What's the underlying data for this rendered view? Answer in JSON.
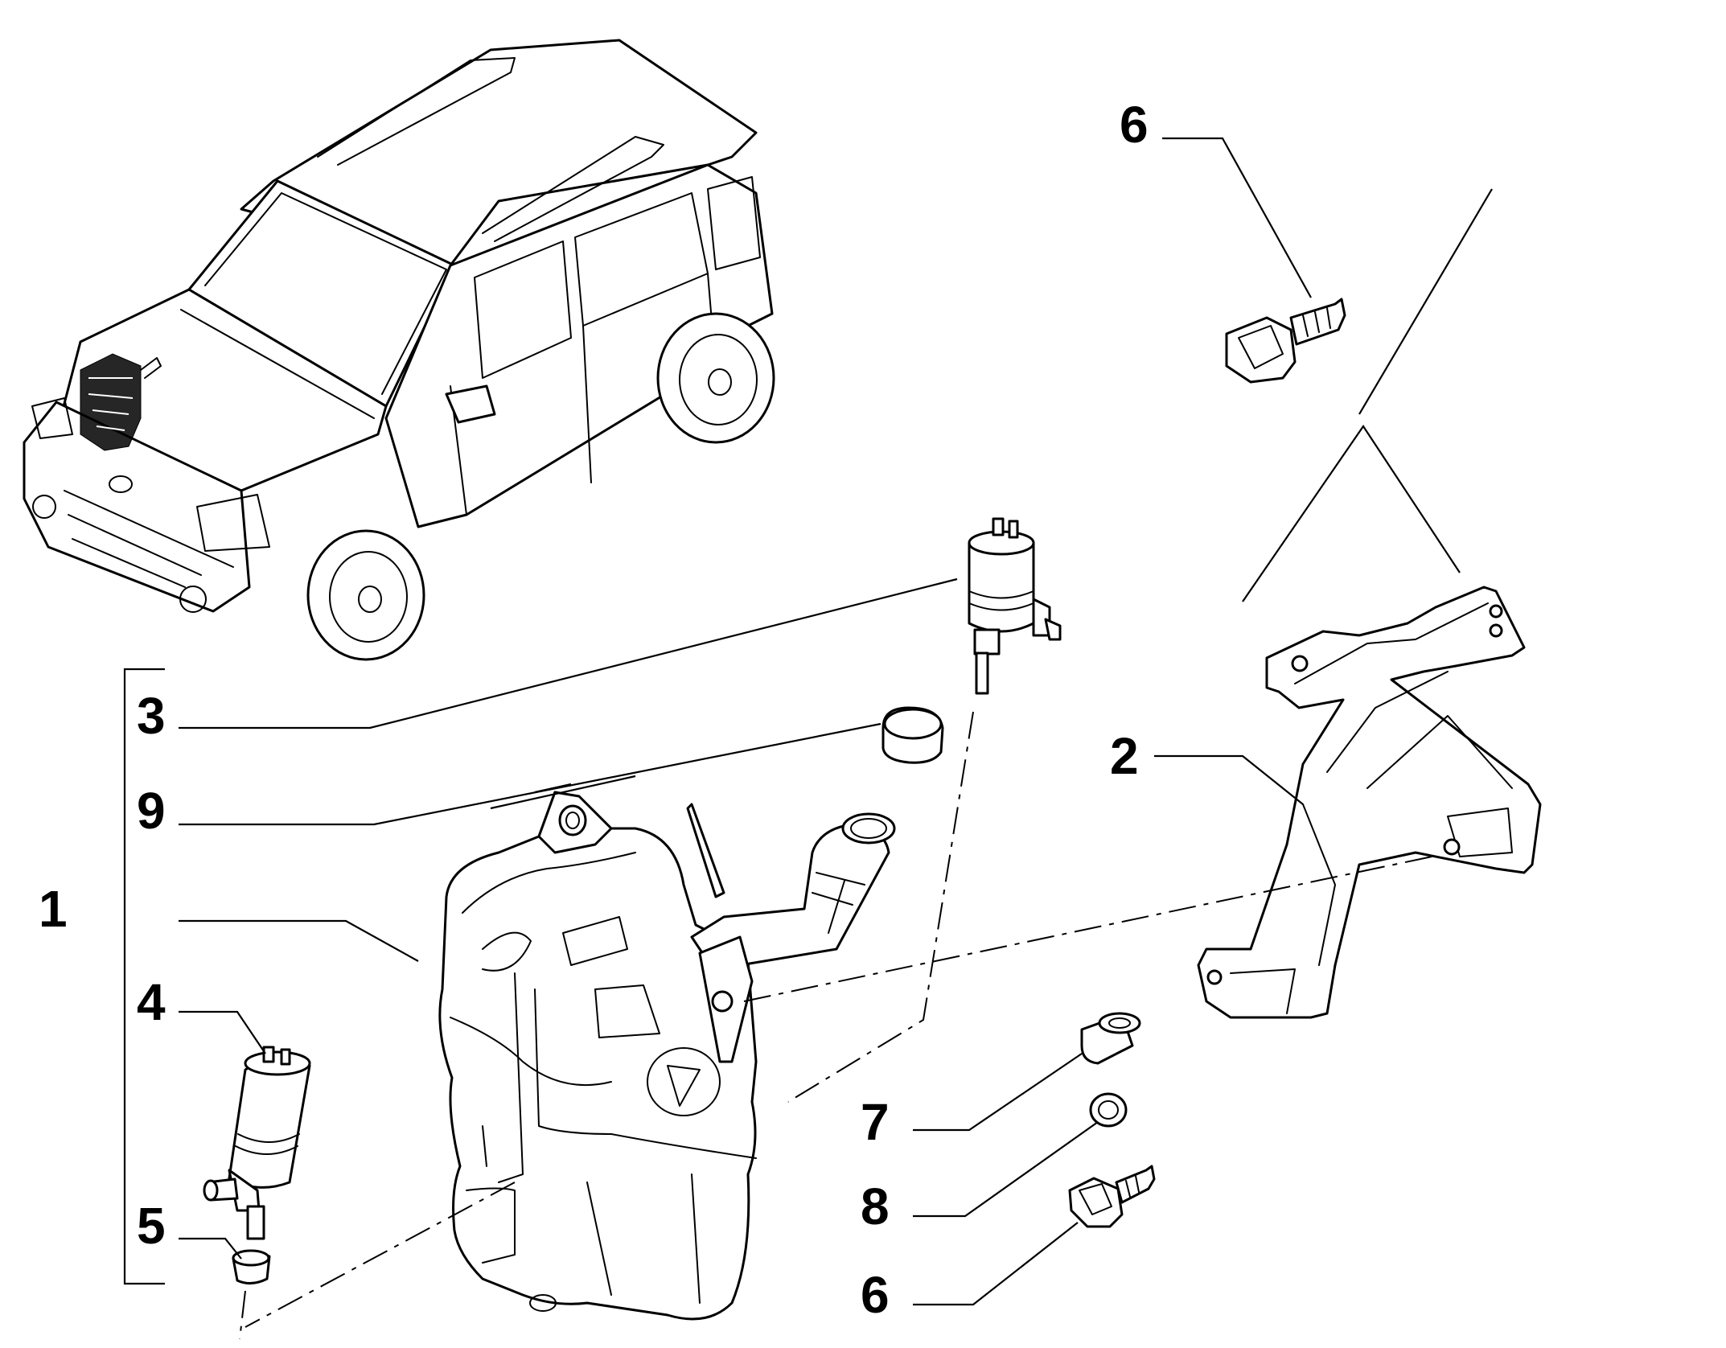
{
  "callouts": {
    "c1": "1",
    "c2": "2",
    "c3": "3",
    "c4": "4",
    "c5": "5",
    "c6_top": "6",
    "c6_bottom": "6",
    "c7": "7",
    "c8": "8",
    "c9": "9"
  },
  "parts": {
    "p1": "washer-fluid-reservoir",
    "p2": "reservoir-mounting-bracket",
    "p3": "washer-pump-upper",
    "p4": "washer-pump-lower",
    "p5": "pump-grommet",
    "p6": "hex-flange-bolt",
    "p7": "rivet-nut",
    "p8": "washer-ring",
    "p9": "reservoir-cap-plug"
  }
}
